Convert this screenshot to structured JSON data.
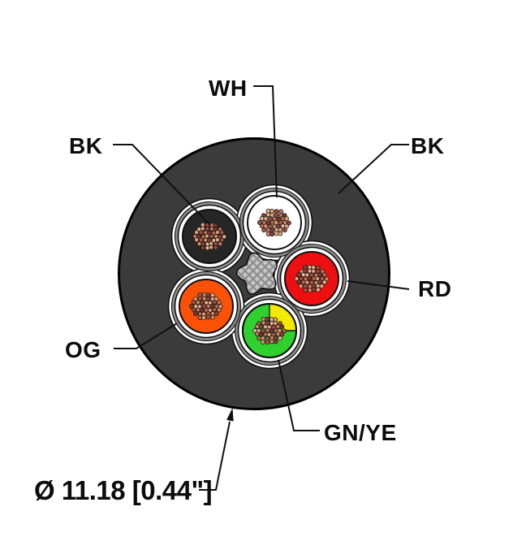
{
  "diagram": {
    "kind": "cable-cross-section",
    "labels": {
      "wh": "WH",
      "bk_left": "BK",
      "bk_right": "BK",
      "rd": "RD",
      "og": "OG",
      "gnye": "GN/YE",
      "diameter": "Ø 11.18 [0.44\"]"
    },
    "conductors": [
      {
        "id": "bk",
        "label": "BK"
      },
      {
        "id": "wh",
        "label": "WH"
      },
      {
        "id": "rd",
        "label": "RD"
      },
      {
        "id": "gnye",
        "label": "GN/YE"
      },
      {
        "id": "og",
        "label": "OG"
      }
    ],
    "colors": {
      "jacket": "#3b3b3b",
      "jacket_outline": "#000000",
      "bedding": "#8c8c8c",
      "band": "#ffffff",
      "outline": "#101010",
      "filler": "#c8c8c8",
      "filler_hatch": "#8f8f8f",
      "conductor_bk": "#262626",
      "conductor_wh": "#ffffff",
      "conductor_rd": "#ee1010",
      "conductor_og": "#fd5206",
      "conductor_gn": "#2fd12f",
      "conductor_ye": "#f4e900",
      "leader": "#101010",
      "strand_palette": [
        "#e3a57f",
        "#d08a62",
        "#b96a4a",
        "#9c4f3b",
        "#8a4034",
        "#dd9b76",
        "#c4765a",
        "#e7b391",
        "#ad5a42",
        "#7e342c"
      ]
    }
  }
}
